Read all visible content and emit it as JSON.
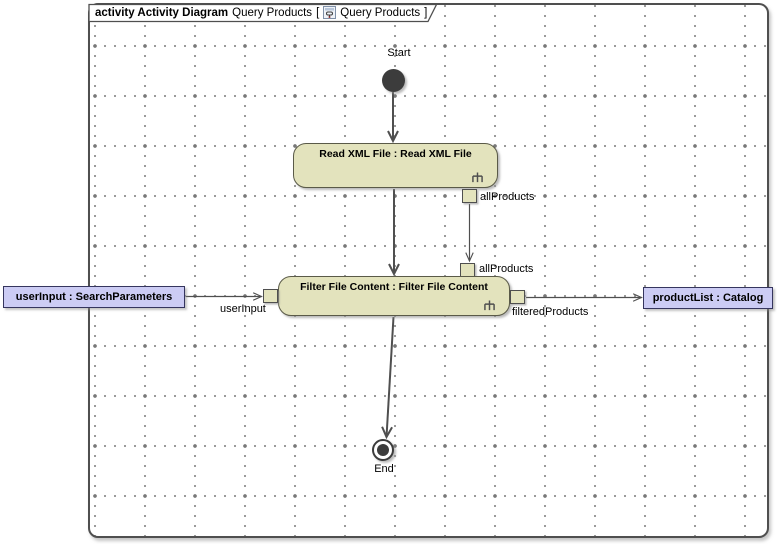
{
  "title": {
    "bold": "activity Activity Diagram",
    "name": "Query Products",
    "open_bracket": "[",
    "ref": "Query Products",
    "close_bracket": "]"
  },
  "nodes": {
    "start": "Start",
    "end": "End"
  },
  "actions": [
    {
      "label": "Read XML File : Read XML File"
    },
    {
      "label": "Filter File Content : Filter File Content"
    }
  ],
  "pins": {
    "read_output": "allProducts",
    "filter_input_objects": "allProducts",
    "filter_input_user": "userInput",
    "filter_output": "filteredProducts"
  },
  "parameters": {
    "input": "userInput : SearchParameters",
    "output": "productList : Catalog"
  },
  "colors": {
    "canvas_bg": "#ffffff",
    "frame_border": "#4f4f4f",
    "grid_dot": "#8c8c8c",
    "action_fill": "#e3e3bd",
    "action_border": "#5a5a48",
    "param_fill": "#ccccf4",
    "param_border": "#35355e",
    "node_fill": "#3c3c3c",
    "edge": "#4f4f4f",
    "text": "#000000"
  }
}
